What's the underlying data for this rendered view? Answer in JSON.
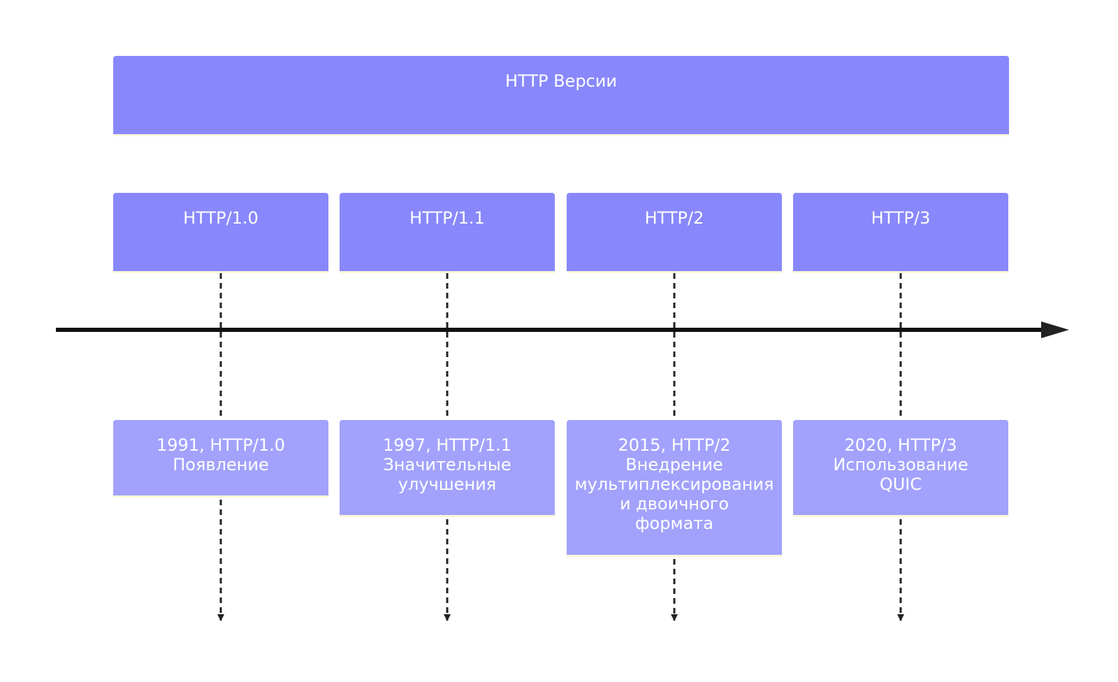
{
  "title": "HTTP Версии",
  "versions": [
    {
      "label": "HTTP/1.0",
      "lines": [
        "1991, HTTP/1.0",
        "Появление"
      ]
    },
    {
      "label": "HTTP/1.1",
      "lines": [
        "1997, HTTP/1.1",
        "Значительные",
        "улучшения"
      ]
    },
    {
      "label": "HTTP/2",
      "lines": [
        "2015, HTTP/2",
        "Внедрение",
        "мультиплексирования",
        "и двоичного",
        "формата"
      ]
    },
    {
      "label": "HTTP/3",
      "lines": [
        "2020, HTTP/3",
        "Использование",
        "QUIC"
      ]
    }
  ],
  "colors": {
    "primary_box": "#8888fc",
    "detail_box": "#a2a2fc",
    "axis": "#111111",
    "connector": "#222222",
    "box_shadow": "#fbf7d8"
  }
}
